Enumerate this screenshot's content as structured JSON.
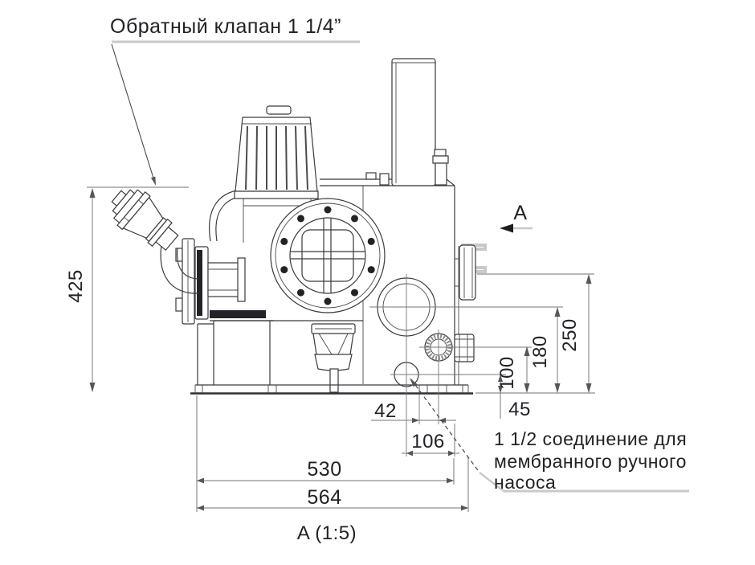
{
  "title": "Обратный клапан 1 1/4”",
  "section_marker": "A",
  "section_caption": "A (1:5)",
  "note": {
    "line1": "1 1/2 соединение для",
    "line2": "мембранного ручного",
    "line3": "насоса"
  },
  "dimensions": {
    "d425": "425",
    "d250": "250",
    "d180": "180",
    "d100": "100",
    "d45": "45",
    "d42": "42",
    "d106": "106",
    "d530": "530",
    "d564": "564"
  },
  "colors": {
    "background": "#ffffff",
    "outline": "#3a3a3f",
    "dimension_lines": "#8e8e94",
    "text": "#222226",
    "leader_underline": "#c9c9cc",
    "bolt_fill": "#232327"
  }
}
